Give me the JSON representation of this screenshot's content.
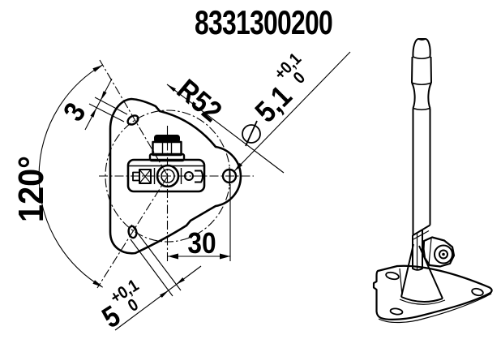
{
  "title": "8331300200",
  "front_view": {
    "angle_label": "120°",
    "slot_width_label": "3",
    "radius_label": "R52",
    "diameter_value": "5,1",
    "diameter_tol_plus": "+0,1",
    "diameter_tol_minus": "0",
    "spacing_label": "30",
    "slot_length_value": "5",
    "slot_tol_plus": "+0,1",
    "slot_tol_minus": "0"
  },
  "colors": {
    "line": "#000000",
    "background": "#ffffff"
  }
}
